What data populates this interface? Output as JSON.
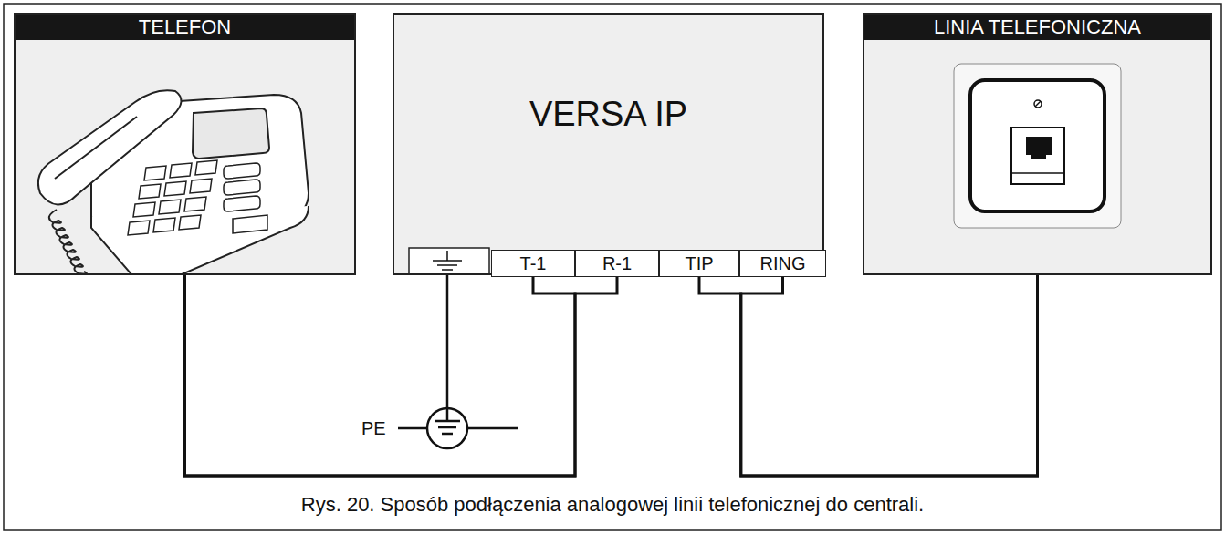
{
  "diagram": {
    "caption": "Rys. 20. Sposób podłączenia analogowej linii telefonicznej do centrali.",
    "nodes": [
      {
        "text": [
          "TELEFON"
        ]
      },
      {
        "text": [
          "VERSA IP"
        ]
      },
      {
        "text": [
          "T-1"
        ],
        "in": 1
      },
      {
        "text": [
          "R-1"
        ],
        "in": 1
      },
      {
        "text": [
          "TIP"
        ],
        "in": 1
      },
      {
        "text": [
          "RING"
        ],
        "in": 1
      },
      {
        "text": [
          "LINIA TELEFONICZNA"
        ]
      }
    ],
    "edges": [
      {
        "from": 0,
        "to": 2,
        "arrow": "none"
      },
      {
        "from": 0,
        "to": 3,
        "arrow": "none"
      },
      {
        "from": 4,
        "to": 6,
        "arrow": "none"
      },
      {
        "from": 5,
        "to": 6,
        "arrow": "none"
      }
    ],
    "labels": [
      "PE"
    ]
  }
}
